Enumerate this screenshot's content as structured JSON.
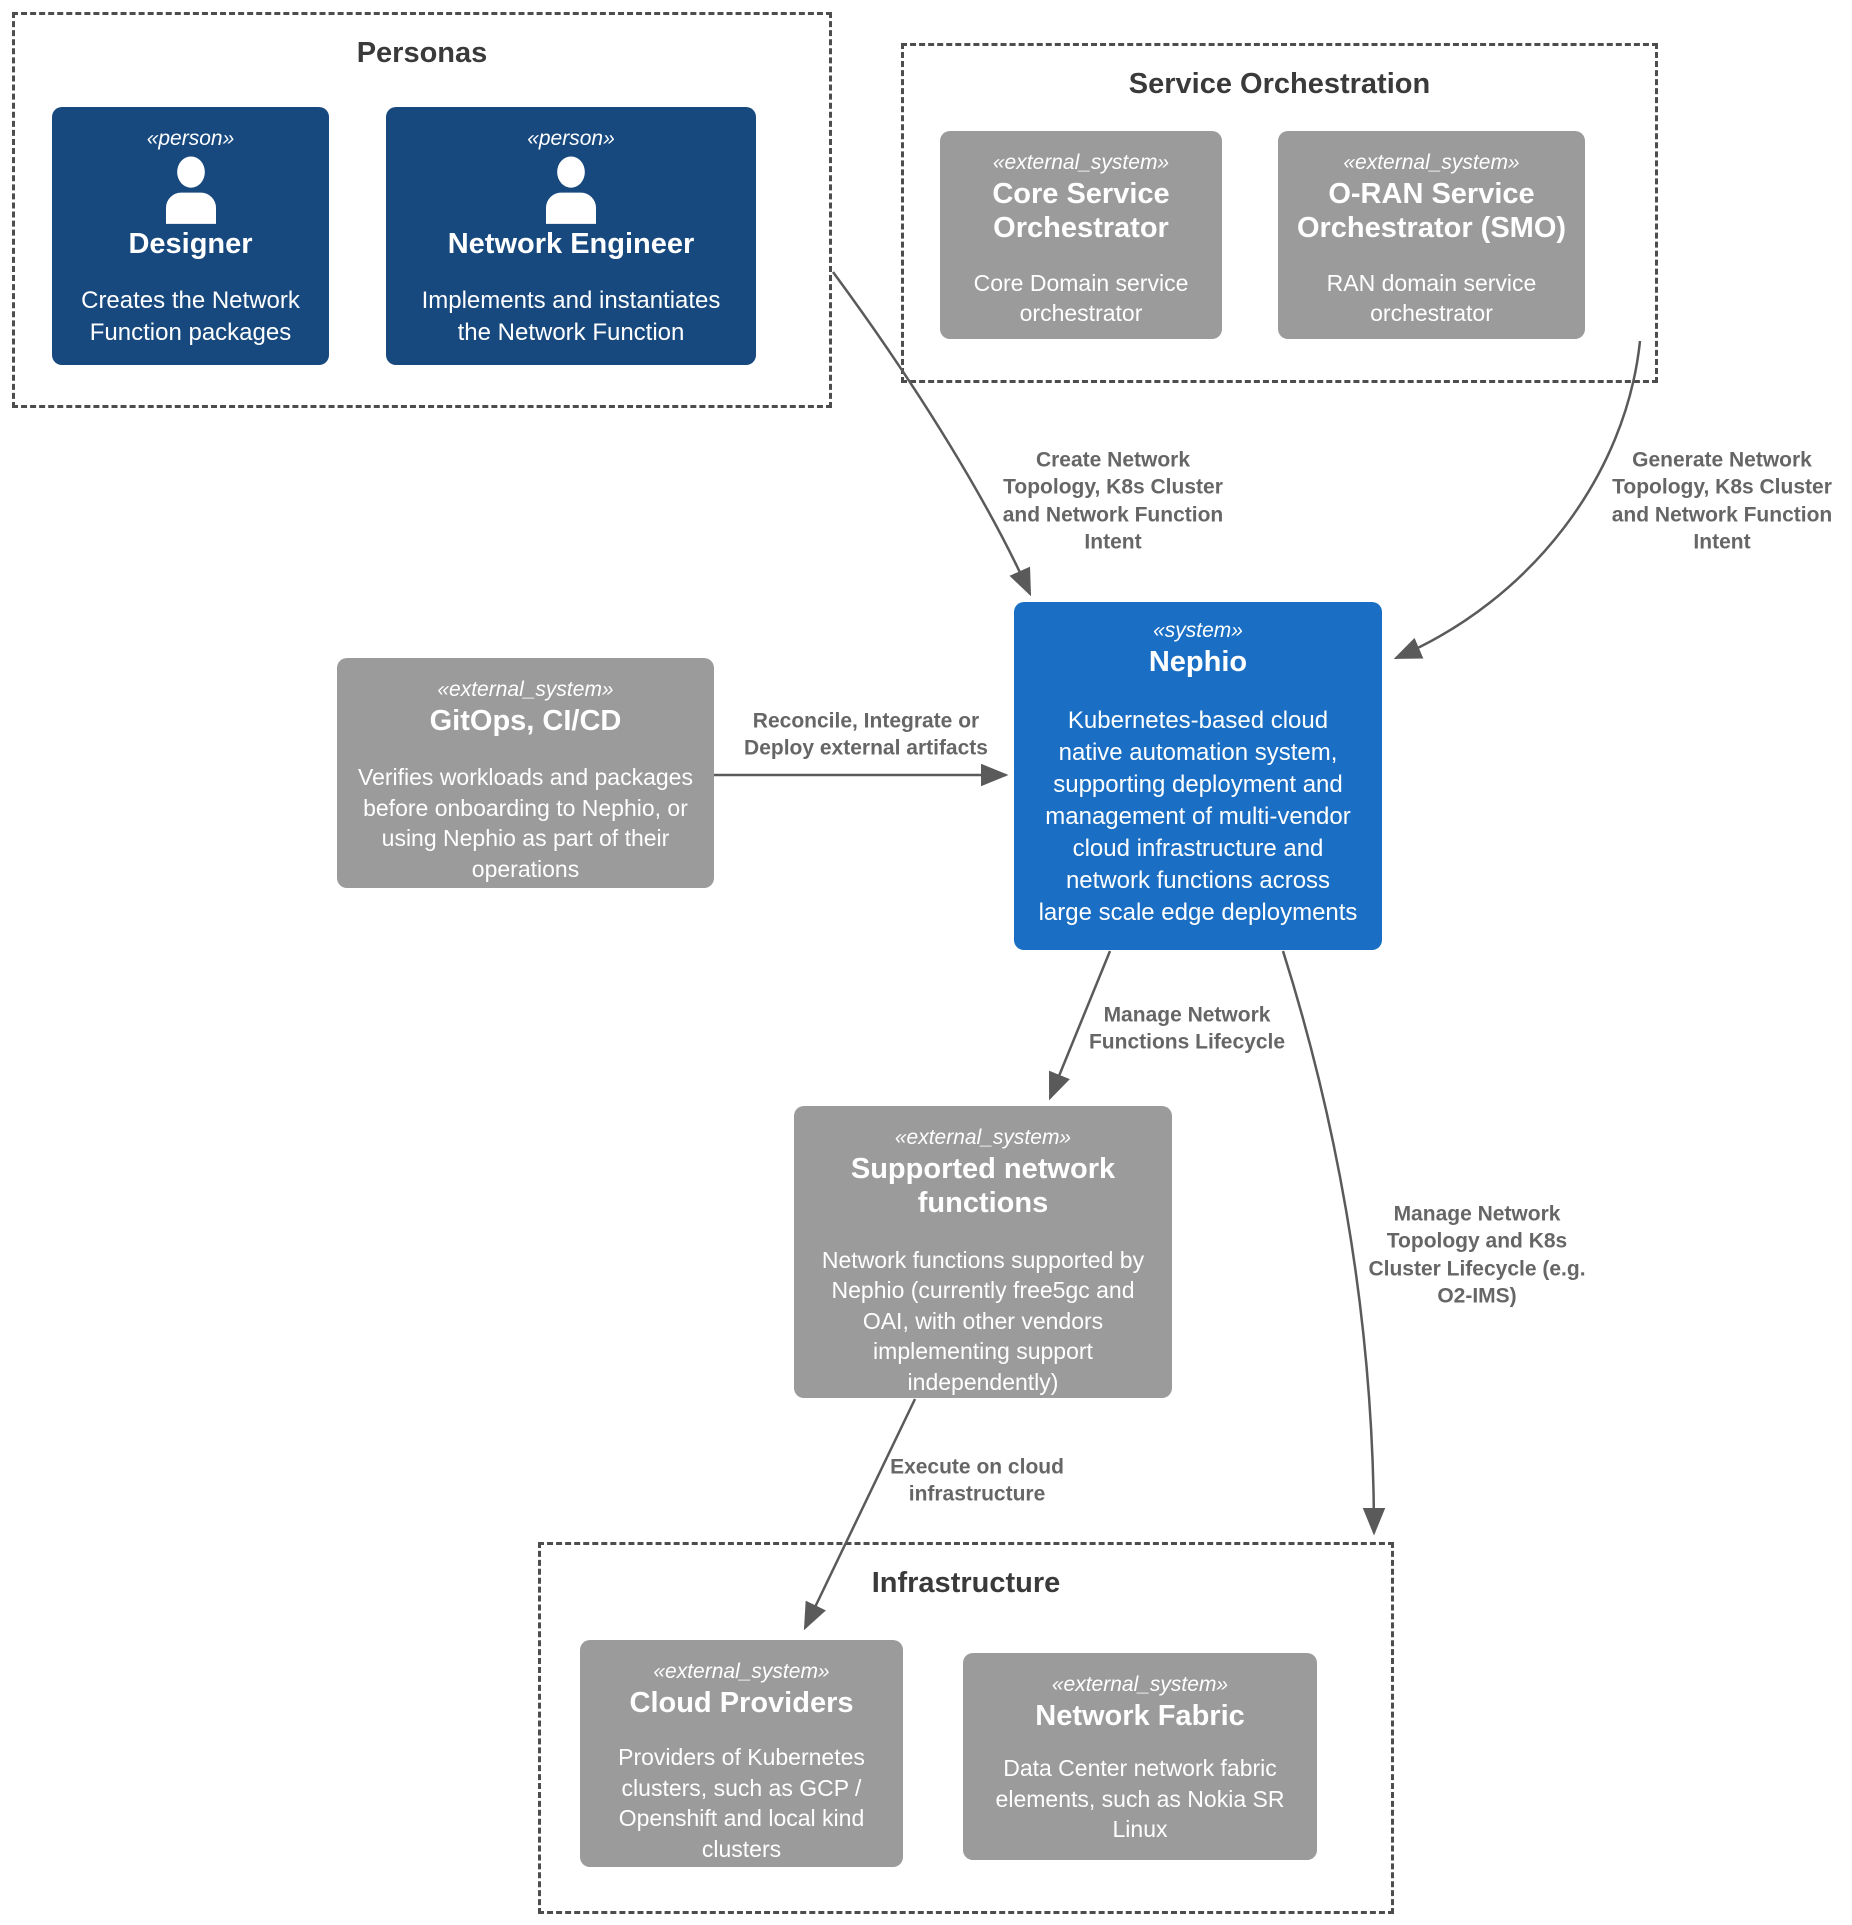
{
  "diagram": {
    "boundaries": [
      {
        "id": "personas",
        "title": "Personas"
      },
      {
        "id": "service-orchestration",
        "title": "Service Orchestration"
      },
      {
        "id": "infrastructure",
        "title": "Infrastructure"
      }
    ],
    "nodes": [
      {
        "id": "designer",
        "kind": "person",
        "stereotype": "«person»",
        "name": "Designer",
        "description": "Creates the Network Function packages"
      },
      {
        "id": "network-engineer",
        "kind": "person",
        "stereotype": "«person»",
        "name": "Network Engineer",
        "description": "Implements and instantiates the Network Function"
      },
      {
        "id": "core-service-orchestrator",
        "kind": "external_system",
        "stereotype": "«external_system»",
        "name": "Core Service Orchestrator",
        "description": "Core Domain service orchestrator"
      },
      {
        "id": "oran-service-orchestrator",
        "kind": "external_system",
        "stereotype": "«external_system»",
        "name": "O-RAN Service Orchestrator (SMO)",
        "description": "RAN domain service orchestrator"
      },
      {
        "id": "nephio",
        "kind": "system",
        "stereotype": "«system»",
        "name": "Nephio",
        "description": "Kubernetes-based cloud native automation system, supporting deployment and management of multi-vendor cloud infrastructure and network functions across large scale edge deployments"
      },
      {
        "id": "gitops-cicd",
        "kind": "external_system",
        "stereotype": "«external_system»",
        "name": "GitOps, CI/CD",
        "description": "Verifies workloads and packages before onboarding to Nephio, or using Nephio as part of their operations"
      },
      {
        "id": "supported-network-functions",
        "kind": "external_system",
        "stereotype": "«external_system»",
        "name": "Supported network functions",
        "description": "Network functions supported by Nephio (currently free5gc and OAI, with other vendors implementing support independently)"
      },
      {
        "id": "cloud-providers",
        "kind": "external_system",
        "stereotype": "«external_system»",
        "name": "Cloud Providers",
        "description": "Providers of Kubernetes clusters, such as GCP / Openshift and local kind clusters"
      },
      {
        "id": "network-fabric",
        "kind": "external_system",
        "stereotype": "«external_system»",
        "name": "Network Fabric",
        "description": "Data Center network fabric elements, such as Nokia SR Linux"
      }
    ],
    "edges": [
      {
        "from": "personas",
        "to": "nephio",
        "label": "Create Network Topology, K8s Cluster and Network Function Intent"
      },
      {
        "from": "oran-service-orchestrator",
        "to": "nephio",
        "label": "Generate Network Topology, K8s Cluster and Network Function Intent"
      },
      {
        "from": "gitops-cicd",
        "to": "nephio",
        "label": "Reconcile, Integrate or Deploy external artifacts"
      },
      {
        "from": "nephio",
        "to": "supported-network-functions",
        "label": "Manage Network Functions Lifecycle"
      },
      {
        "from": "nephio",
        "to": "infrastructure",
        "label": "Manage Network Topology and K8s Cluster Lifecycle (e.g. O2-IMS)"
      },
      {
        "from": "supported-network-functions",
        "to": "cloud-providers",
        "label": "Execute on cloud infrastructure"
      }
    ],
    "colors": {
      "person_box": "#17497e",
      "system_box": "#1a6fc4",
      "external_box": "#9b9b9b",
      "boundary_border": "#4d4d4d",
      "boundary_title": "#3a3a3a",
      "edge_line": "#5a5a5a",
      "edge_label": "#666666",
      "node_text": "#ffffff",
      "background": "#ffffff"
    }
  }
}
